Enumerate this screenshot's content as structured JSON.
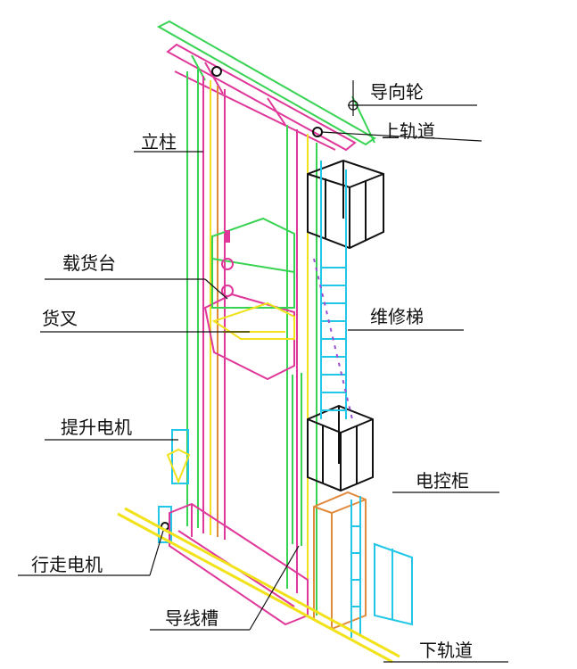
{
  "labels": {
    "guide_wheel": "导向轮",
    "upper_rail": "上轨道",
    "column": "立柱",
    "cargo_platform": "载货台",
    "fork": "货叉",
    "maintenance_ladder": "维修梯",
    "lift_motor": "提升电机",
    "control_cabinet": "电控柜",
    "travel_motor": "行走电机",
    "wire_trough": "导线槽",
    "lower_rail": "下轨道"
  },
  "colors": {
    "green": "#39d353",
    "magenta": "#e0389a",
    "yellow": "#f2e21b",
    "cyan": "#22c7e8",
    "orange": "#e08a3c",
    "black": "#111111",
    "purple": "#9a4fd0"
  }
}
